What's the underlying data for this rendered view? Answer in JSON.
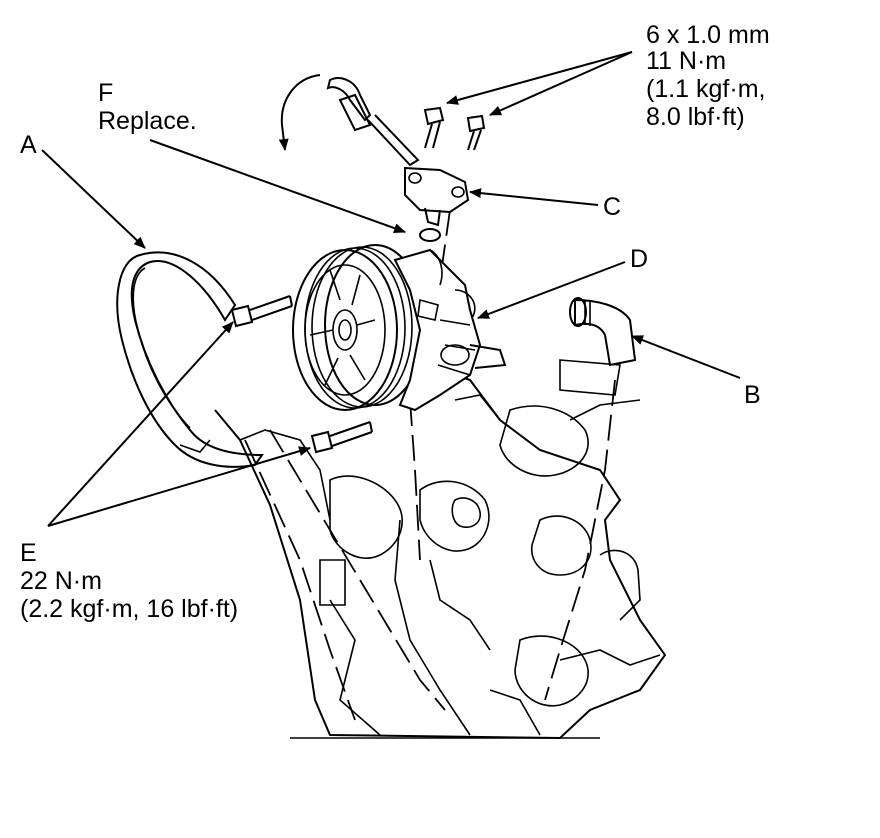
{
  "labels": {
    "a": "A",
    "b": "B",
    "c": "C",
    "d": "D",
    "e": {
      "letter": "E",
      "torque": "22 N·m",
      "torque_alt": "(2.2 kgf·m, 16 lbf·ft)"
    },
    "f": {
      "letter": "F",
      "note": "Replace."
    },
    "bolt_spec": {
      "size": "6 x 1.0 mm",
      "torque": "11 N·m",
      "torque_alt_1": "(1.1 kgf·m,",
      "torque_alt_2": "8.0 lbf·ft)"
    }
  }
}
